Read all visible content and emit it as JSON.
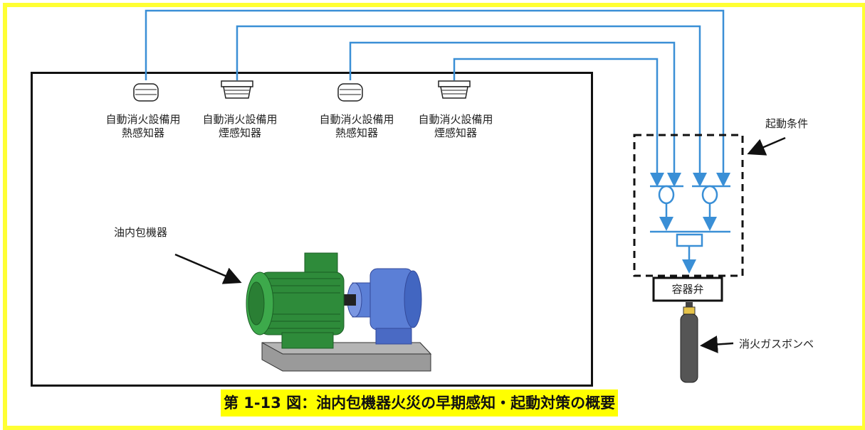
{
  "detectors": [
    {
      "line1": "自動消火設備用",
      "line2": "熱感知器",
      "type": "heat"
    },
    {
      "line1": "自動消火設備用",
      "line2": "煙感知器",
      "type": "smoke"
    },
    {
      "line1": "自動消火設備用",
      "line2": "熱感知器",
      "type": "heat"
    },
    {
      "line1": "自動消火設備用",
      "line2": "煙感知器",
      "type": "smoke"
    }
  ],
  "labels": {
    "equipment": "油内包機器",
    "start_condition": "起動条件",
    "valve": "容器弁",
    "cylinder": "消火ガスボンベ"
  },
  "caption": "第 1-13 図：油内包機器火災の早期感知・起動対策の概要",
  "colors": {
    "wire": "#3a8fd6",
    "border": "#ffff33",
    "caption_bg": "#ffff00",
    "motor": "#2e8b3a",
    "coupling": "#5b7fd6",
    "base": "#9a9a9a",
    "cylinder": "#555555"
  }
}
